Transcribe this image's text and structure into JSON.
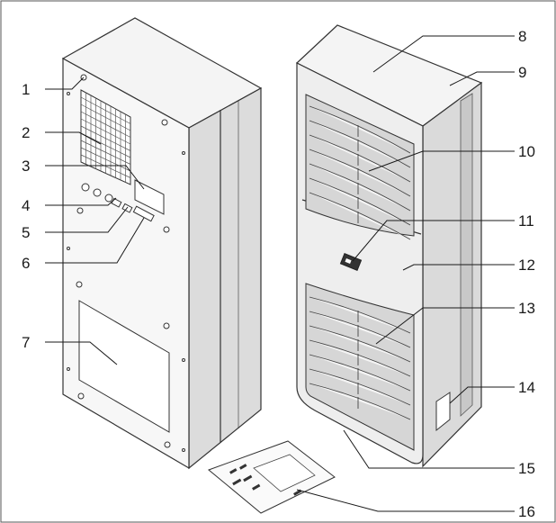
{
  "figure": {
    "title": "",
    "callouts": [
      {
        "id": "1",
        "label": "1"
      },
      {
        "id": "2",
        "label": "2"
      },
      {
        "id": "3",
        "label": "3"
      },
      {
        "id": "4",
        "label": "4"
      },
      {
        "id": "5",
        "label": "5"
      },
      {
        "id": "6",
        "label": "6"
      },
      {
        "id": "7",
        "label": "7"
      },
      {
        "id": "8",
        "label": "8"
      },
      {
        "id": "9",
        "label": "9"
      },
      {
        "id": "10",
        "label": "10"
      },
      {
        "id": "11",
        "label": "11"
      },
      {
        "id": "12",
        "label": "12"
      },
      {
        "id": "13",
        "label": "13"
      },
      {
        "id": "14",
        "label": "14"
      },
      {
        "id": "15",
        "label": "15"
      },
      {
        "id": "16",
        "label": "16"
      }
    ],
    "colors": {
      "line": "#1a1a1a",
      "unit_light": "#f2f2f2",
      "unit_mid": "#e2e2e2",
      "unit_dark": "#c9c9c9",
      "background": "#ffffff"
    }
  }
}
